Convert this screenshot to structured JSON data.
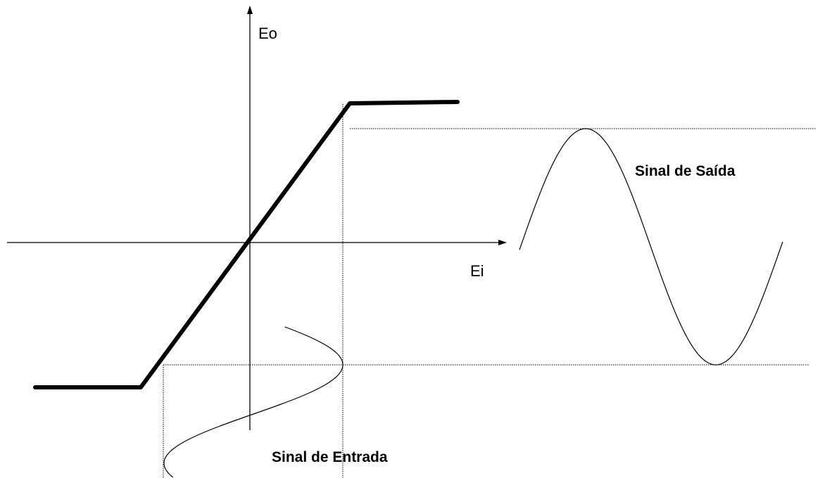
{
  "labels": {
    "y_axis": "Eo",
    "x_axis": "Ei",
    "output_signal": "Sinal de Saída",
    "input_signal": "Sinal de Entrada"
  },
  "colors": {
    "line": "#000000",
    "background": "#ffffff"
  }
}
